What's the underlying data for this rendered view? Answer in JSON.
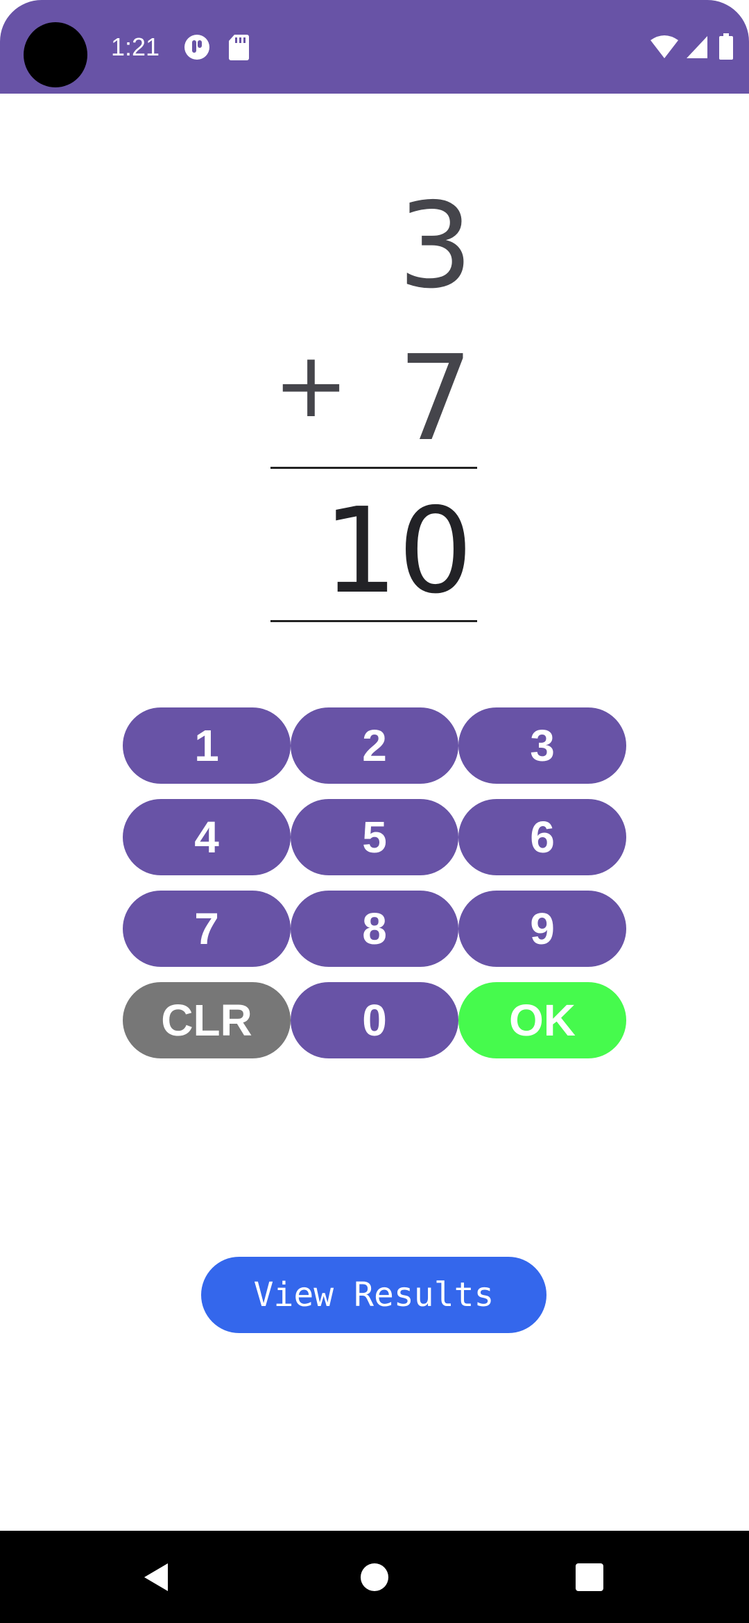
{
  "status_bar": {
    "time": "1:21",
    "color": "#6853a6",
    "left_icons": [
      "notification-badge-icon",
      "sd-card-icon"
    ],
    "right_icons": [
      "wifi-icon",
      "cell-signal-icon",
      "battery-icon"
    ]
  },
  "problem": {
    "top_number": "3",
    "operator": "+",
    "bottom_number": "7",
    "answer": "10"
  },
  "keypad": {
    "keys": [
      "1",
      "2",
      "3",
      "4",
      "5",
      "6",
      "7",
      "8",
      "9",
      "CLR",
      "0",
      "OK"
    ],
    "key_color": "#6853a6",
    "clear_color": "#777777",
    "ok_color": "#46fa4d"
  },
  "view_results": {
    "label": "View Results",
    "color": "#3467ec"
  },
  "nav_bar": {
    "icons": [
      "back-icon",
      "home-icon",
      "recents-icon"
    ]
  }
}
